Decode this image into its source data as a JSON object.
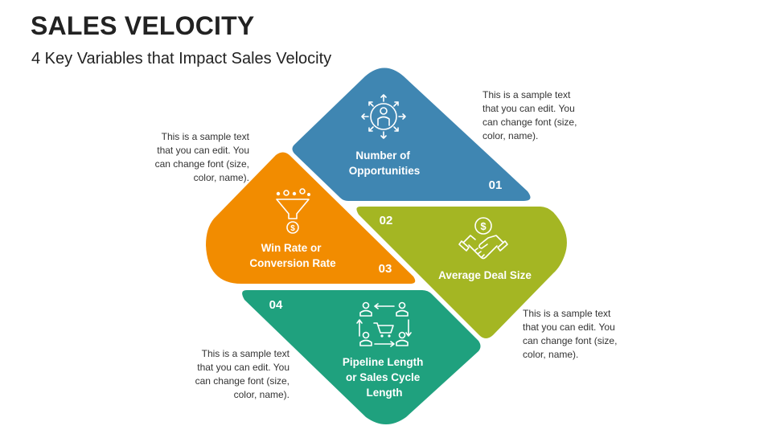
{
  "header": {
    "title": "SALES VELOCITY",
    "subtitle": "4 Key Variables that Impact Sales Velocity"
  },
  "colors": {
    "blue": "#3f86b2",
    "orange": "#f28c00",
    "green": "#a4b623",
    "teal": "#1fa17e"
  },
  "items": [
    {
      "number": "01",
      "label_lines": [
        "Number of",
        "Opportunities"
      ],
      "icon": "person-network-arrows-icon",
      "description_lines": [
        "This is a sample text",
        "that you can edit. You",
        "can change font (size,",
        "color, name)."
      ]
    },
    {
      "number": "02",
      "label_lines": [
        "Average Deal Size"
      ],
      "icon": "handshake-dollar-icon",
      "description_lines": [
        "This is a sample text",
        "that you can edit. You",
        "can change font (size,",
        "color, name)."
      ]
    },
    {
      "number": "03",
      "label_lines": [
        "Win Rate or",
        "Conversion Rate"
      ],
      "icon": "funnel-dollar-icon",
      "description_lines": [
        "This is a sample text",
        "that you can edit. You",
        "can change font (size,",
        "color, name)."
      ]
    },
    {
      "number": "04",
      "label_lines": [
        "Pipeline Length",
        "or Sales Cycle",
        "Length"
      ],
      "icon": "pipeline-cycle-cart-icon",
      "description_lines": [
        "This is a sample text",
        "that you can edit. You",
        "can change font (size,",
        "color, name)."
      ]
    }
  ]
}
